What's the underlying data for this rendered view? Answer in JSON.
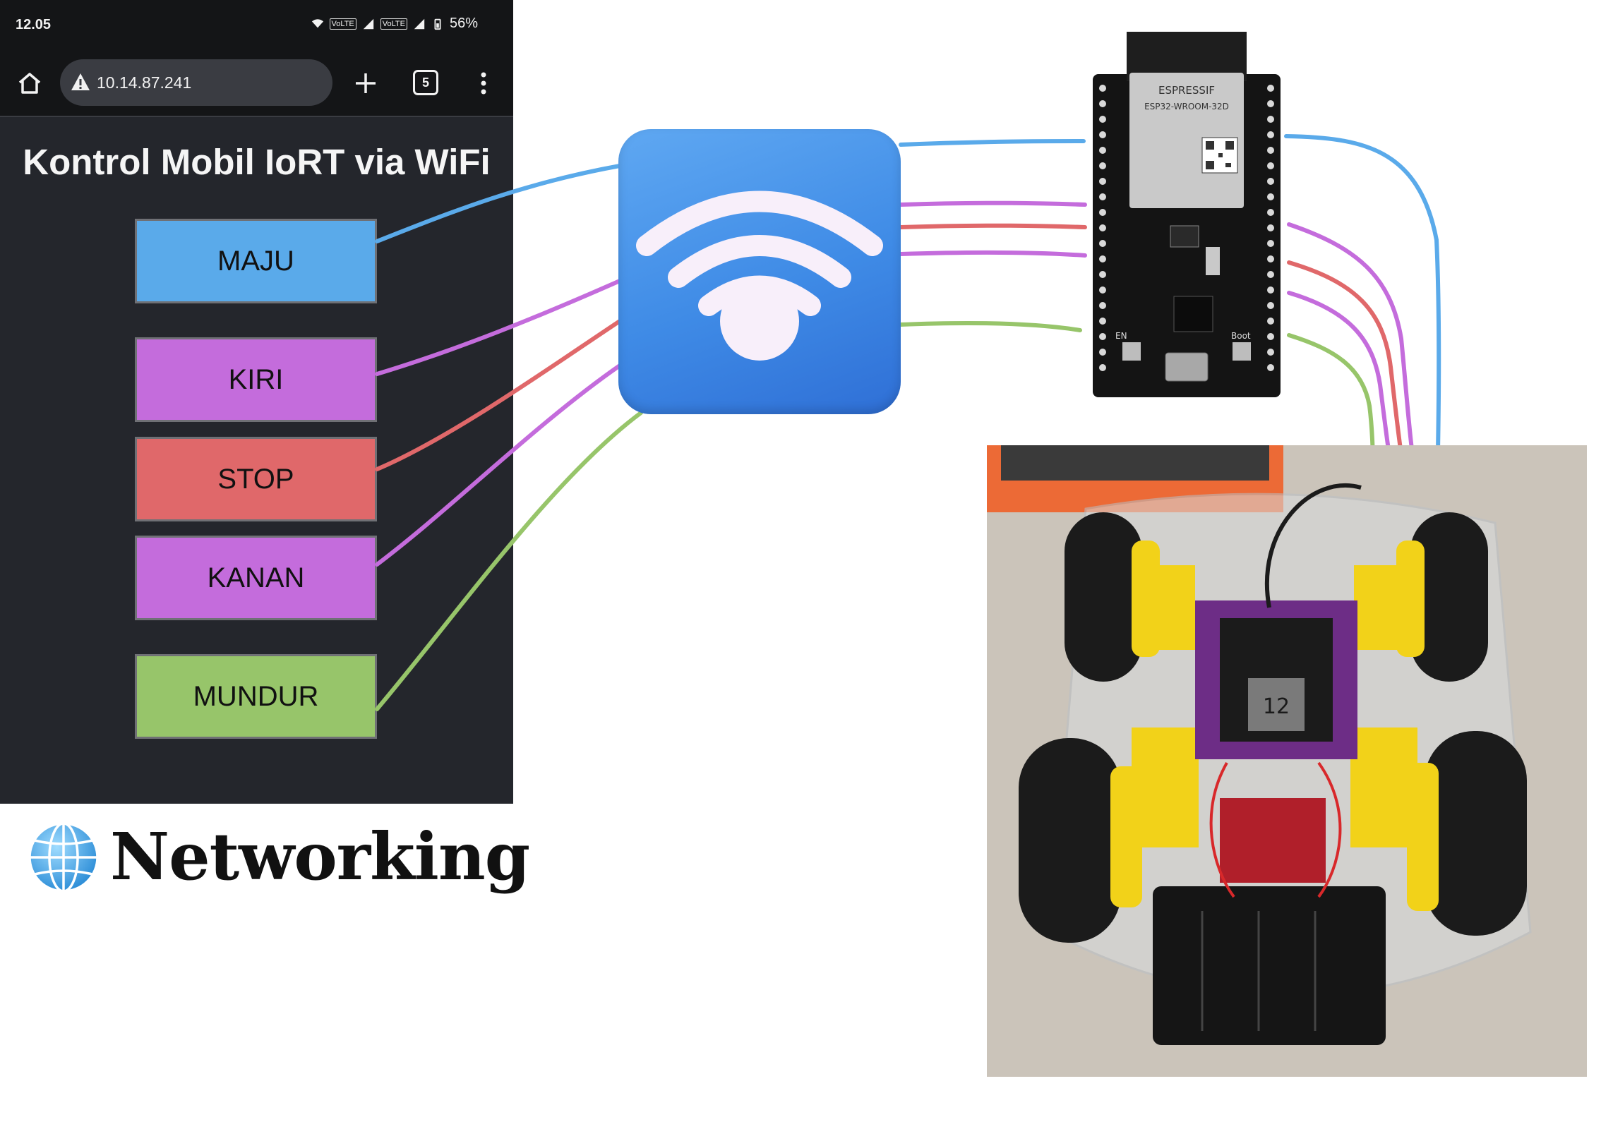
{
  "phone": {
    "status_time": "12.05",
    "status_battery": "56%",
    "status_volte": "VoLTE",
    "url": "10.14.87.241",
    "tab_count": "5",
    "page_title": "Kontrol Mobil IoRT via WiFi",
    "buttons": [
      {
        "label": "MAJU",
        "color": "#5aaaea"
      },
      {
        "label": "KIRI",
        "color": "#c46cdc"
      },
      {
        "label": "STOP",
        "color": "#e0686a"
      },
      {
        "label": "KANAN",
        "color": "#c46cdc"
      },
      {
        "label": "MUNDUR",
        "color": "#97c56a"
      }
    ]
  },
  "caption": {
    "text": "Networking",
    "icon": "globe-icon"
  },
  "hub": {
    "icon": "wifi-icon",
    "color": "#3f8be6"
  },
  "esp32": {
    "brand": "ESPRESSIF",
    "module": "ESP32-WROOM-32D",
    "label_en": "EN",
    "label_boot": "Boot"
  },
  "car": {
    "board_number": "12"
  },
  "wire_colors": {
    "maju": "#5aaaea",
    "kiri": "#c46cdc",
    "stop": "#e0686a",
    "kanan": "#c46cdc",
    "mundur": "#97c56a"
  }
}
